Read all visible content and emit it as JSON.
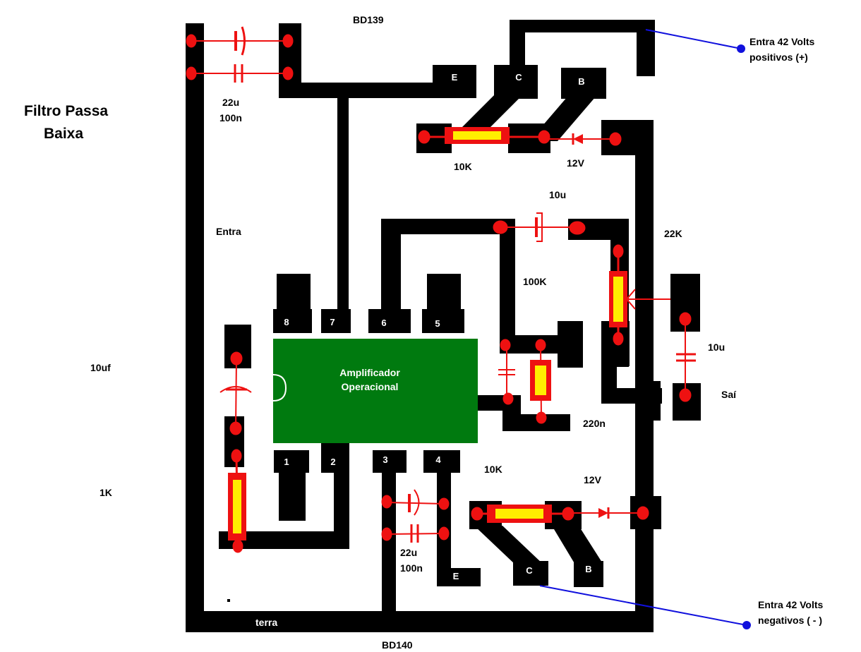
{
  "diagram": {
    "title": [
      "Filtro Passa",
      "Baixa"
    ],
    "labels": {
      "bd139": "BD139",
      "bd140": "BD140",
      "cap_top_a": "22u",
      "cap_top_b": "100n",
      "entra": "Entra",
      "cap_10uf": "10uf",
      "res_1k": "1K",
      "res_10k_top": "10K",
      "zener_top": "12V",
      "cap_10u_top": "10u",
      "res_22k": "22K",
      "res_100k": "100K",
      "cap_10u_right": "10u",
      "sai": "Saí",
      "cap_220n": "220n",
      "res_10k_bottom": "10K",
      "zener_bottom": "12V",
      "cap_bottom_a": "22u",
      "cap_bottom_b": "100n",
      "terra": "terra",
      "supply_pos": [
        "Entra 42 Volts",
        "positivos (+)"
      ],
      "supply_neg": [
        "Entra 42 Volts",
        "negativos ( - )"
      ]
    },
    "opamp": {
      "label": [
        "Amplificador",
        "Operacional"
      ],
      "pins_top": [
        "8",
        "7",
        "6",
        "5"
      ],
      "pins_bottom": [
        "1",
        "2",
        "3",
        "4"
      ]
    },
    "transistor_top_pins": [
      "E",
      "C",
      "B"
    ],
    "transistor_bottom_pins": [
      "E",
      "C",
      "B"
    ],
    "colors": {
      "trace": "#000000",
      "component": "#ee1111",
      "resistor_body": "#ffee00",
      "opamp_body": "#007a0f",
      "wire": "#1010dd",
      "background": "#ffffff"
    }
  }
}
